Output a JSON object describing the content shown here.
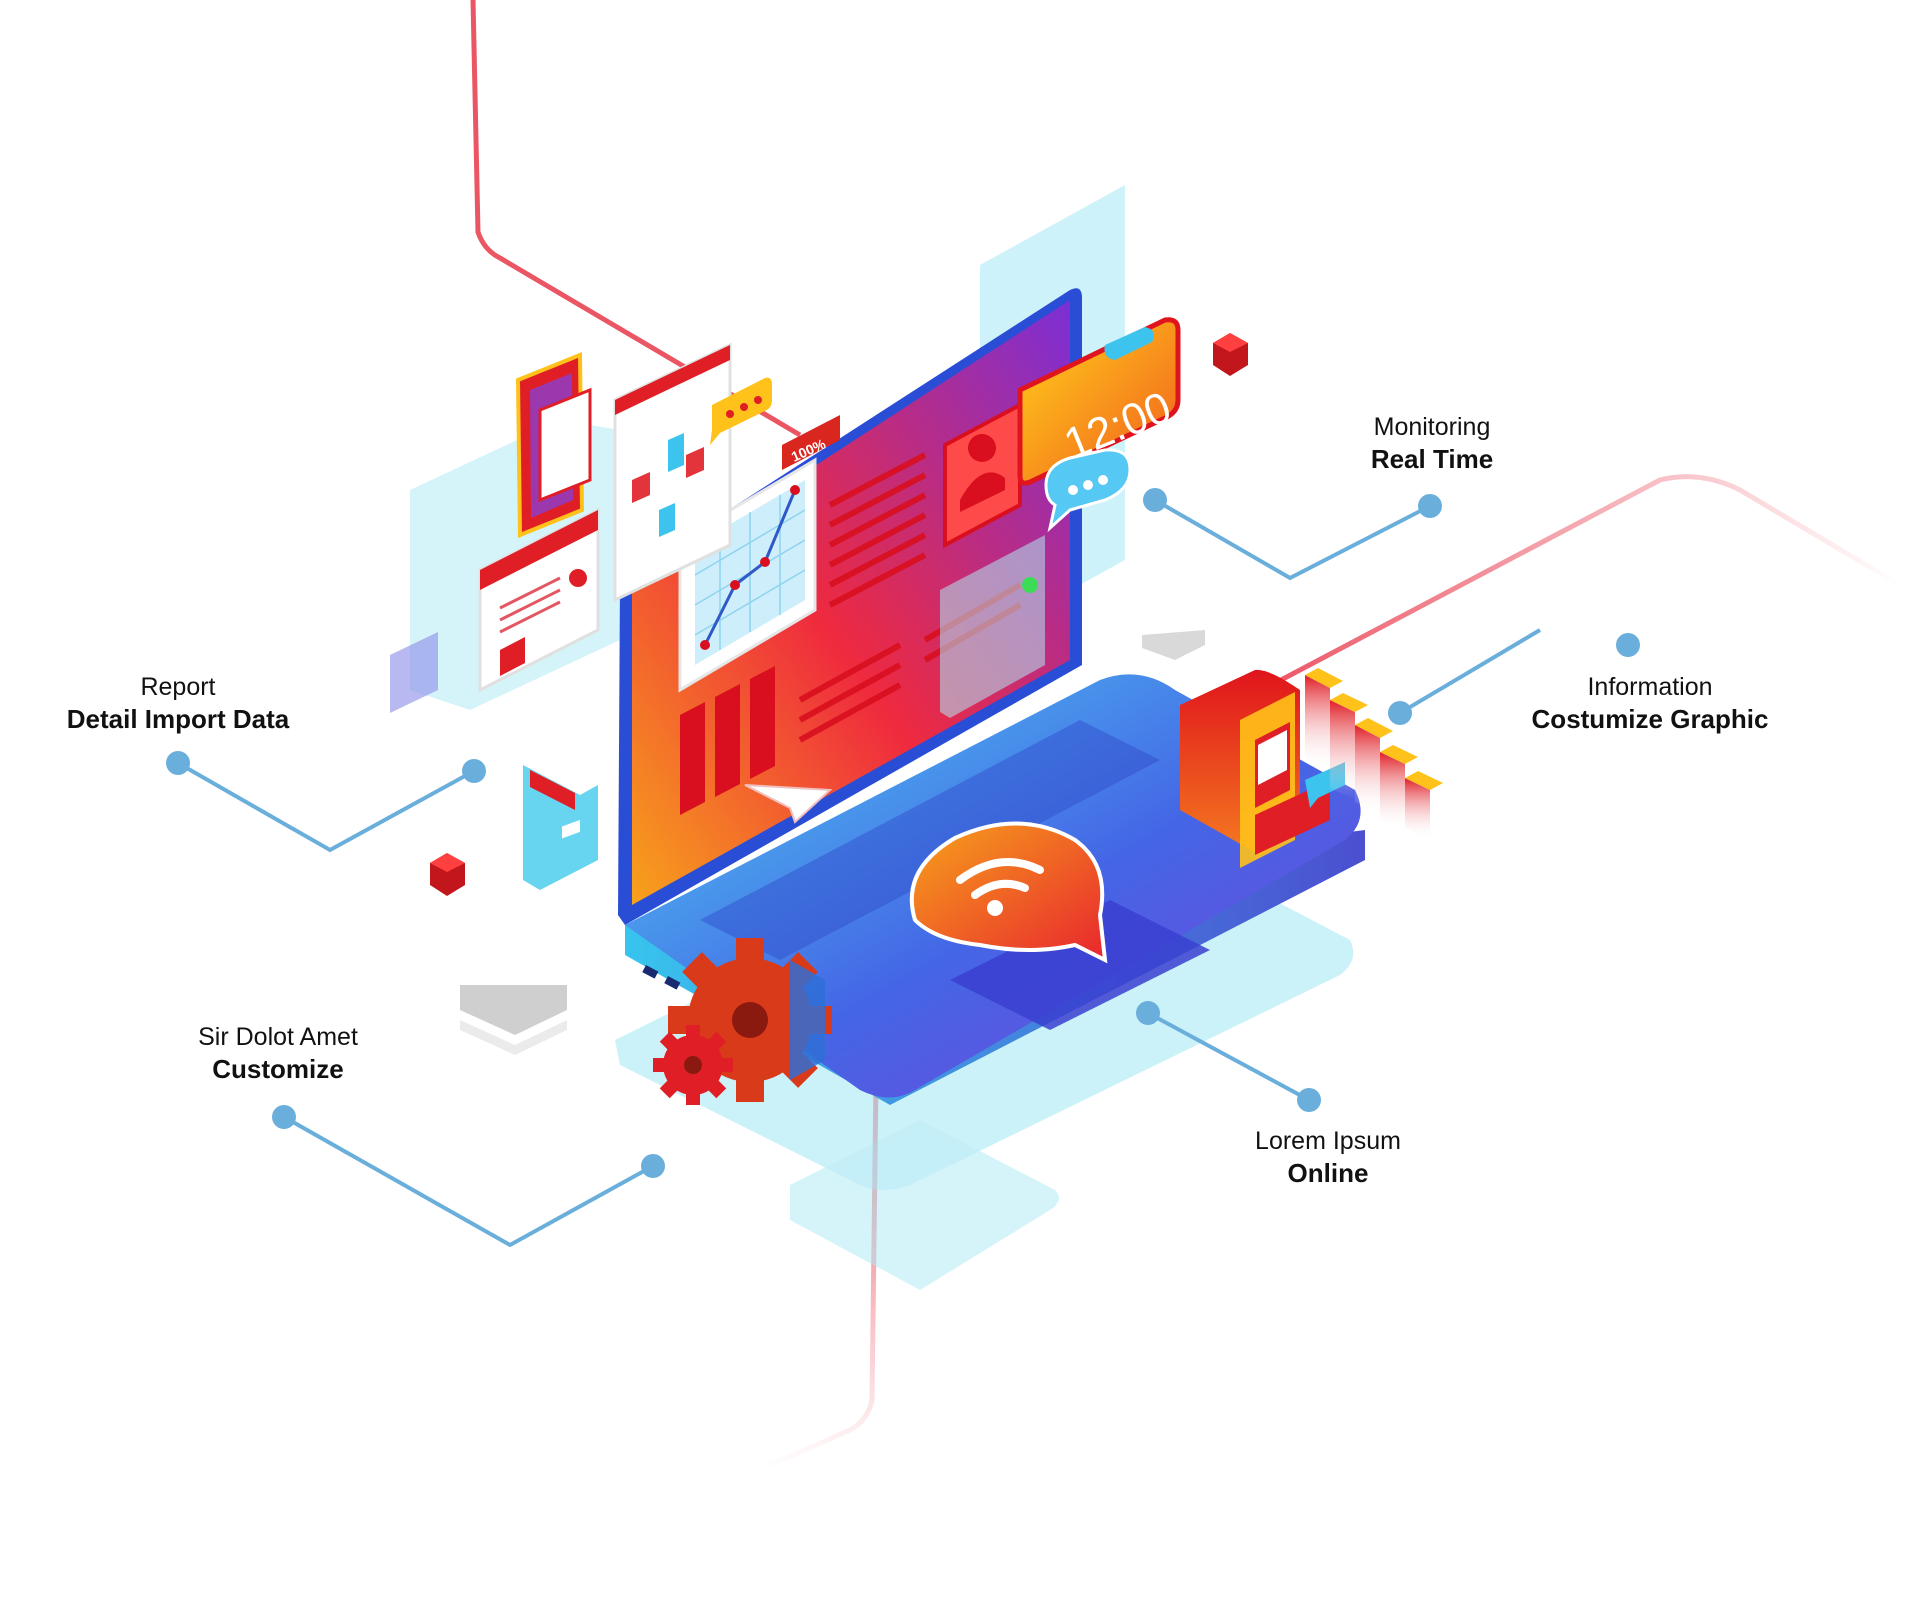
{
  "labels": {
    "monitoring": {
      "line1": "Monitoring",
      "line2": "Real Time"
    },
    "report": {
      "line1": "Report",
      "line2": "Detail Import Data"
    },
    "information": {
      "line1": "Information",
      "line2": "Costumize Graphic"
    },
    "customize": {
      "line1": "Sir Dolot Amet",
      "line2": "Customize"
    },
    "online": {
      "line1": "Lorem Ipsum",
      "line2": "Online"
    }
  },
  "clock": {
    "time": "12:00"
  },
  "progress_badge": {
    "text": "100%"
  },
  "colors": {
    "connector": "#6aaedb",
    "red_line": "#e8384a",
    "light_cyan": "#aeeaf6",
    "red": "#e01e26",
    "orange": "#f47a20",
    "blue": "#3f4fd8",
    "purple": "#7a3fd0",
    "yellow": "#ffc21a"
  },
  "icons": [
    "gear-icon",
    "wifi-icon",
    "clock-icon",
    "chat-icon",
    "folder-icon",
    "cursor-icon",
    "cabinet-icon",
    "bar-chart-icon",
    "phone-icon"
  ]
}
